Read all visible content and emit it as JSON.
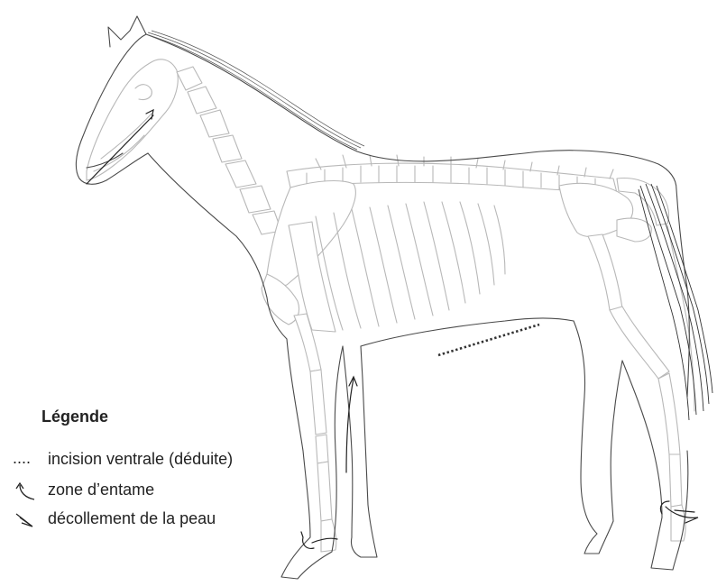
{
  "legend": {
    "title": "Légende",
    "items": [
      {
        "key": "incision",
        "symbol": "....",
        "label": "incision ventrale (déduite)"
      },
      {
        "key": "entame",
        "symbol": "curved-arrow-icon",
        "label": "zone d’entame"
      },
      {
        "key": "decollement",
        "symbol": "skin-separation-icon",
        "label": "décollement de la peau"
      }
    ]
  },
  "colors": {
    "outline": "#4a4a4a",
    "skeleton": "#b8b8b8",
    "marks": "#222222"
  }
}
